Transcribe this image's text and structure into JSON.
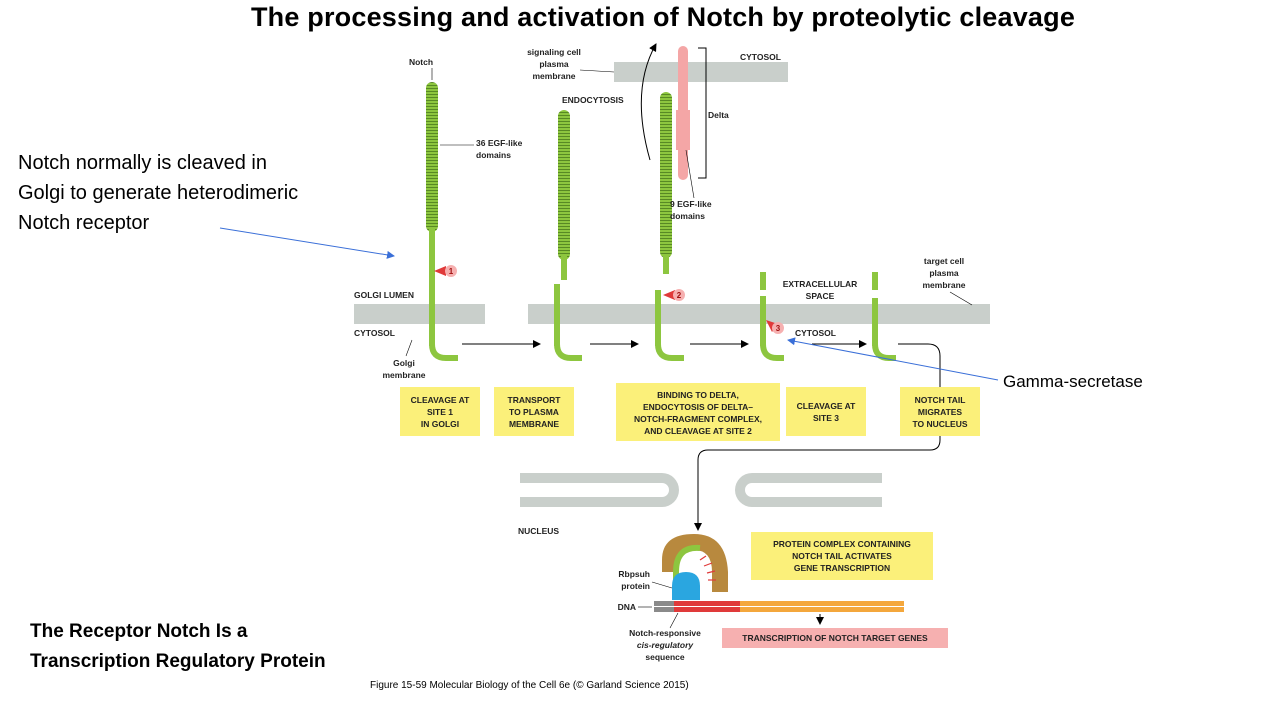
{
  "title": "The processing and activation of Notch by proteolytic cleavage",
  "left_note": [
    "Notch normally is cleaved in",
    "Golgi to generate heterodimeric",
    "Notch receptor"
  ],
  "bottom_note": [
    "The Receptor Notch Is a",
    "Transcription Regulatory Protein"
  ],
  "right_note": "Gamma-secretase",
  "caption": "Figure 15-59  Molecular Biology of the Cell 6e (© Garland Science 2015)",
  "diagram": {
    "notch": "Notch",
    "egf36": [
      "36 EGF-like",
      "domains"
    ],
    "signaling_cell": [
      "signaling cell",
      "plasma",
      "membrane"
    ],
    "cytosol_top": "CYTOSOL",
    "endocytosis": "ENDOCYTOSIS",
    "delta": "Delta",
    "egf9": [
      "9 EGF-like",
      "domains"
    ],
    "target_cell": [
      "target cell",
      "plasma",
      "membrane"
    ],
    "extracellular": [
      "EXTRACELLULAR",
      "SPACE"
    ],
    "golgi_lumen": "GOLGI LUMEN",
    "cytosol_left": "CYTOSOL",
    "cytosol_right": "CYTOSOL",
    "golgi_membrane": [
      "Golgi",
      "membrane"
    ],
    "site1": "1",
    "site2": "2",
    "site3": "3",
    "nucleus": "NUCLEUS",
    "rbpsuh": [
      "Rbpsuh",
      "protein"
    ],
    "dna": "DNA",
    "notch_responsive": [
      "Notch-responsive",
      "cis-regulatory",
      "sequence"
    ],
    "step_boxes": [
      [
        "CLEAVAGE AT",
        "SITE 1",
        "IN GOLGI"
      ],
      [
        "TRANSPORT",
        "TO PLASMA",
        "MEMBRANE"
      ],
      [
        "BINDING TO DELTA,",
        "ENDOCYTOSIS OF DELTA–",
        "NOTCH-FRAGMENT COMPLEX,",
        "AND CLEAVAGE AT SITE 2"
      ],
      [
        "CLEAVAGE AT",
        "SITE 3"
      ],
      [
        "NOTCH TAIL",
        "MIGRATES",
        "TO NUCLEUS"
      ]
    ],
    "complex_box": [
      "PROTEIN COMPLEX CONTAINING",
      "NOTCH TAIL ACTIVATES",
      "GENE TRANSCRIPTION"
    ],
    "transcription_box": "TRANSCRIPTION OF NOTCH TARGET GENES"
  },
  "colors": {
    "notch_green": "#8dc63f",
    "delta_pink": "#f4a6a6",
    "membrane_gray": "#c9cfcb",
    "box_yellow": "#fbf07a",
    "box_pink": "#f6b0b0",
    "site_red": "#e03a3a",
    "protein_brown": "#b8893e",
    "rbpsuh_blue": "#2aa6e0",
    "dna_orange": "#f4a73c",
    "arrow_blue": "#3a6fd8"
  }
}
